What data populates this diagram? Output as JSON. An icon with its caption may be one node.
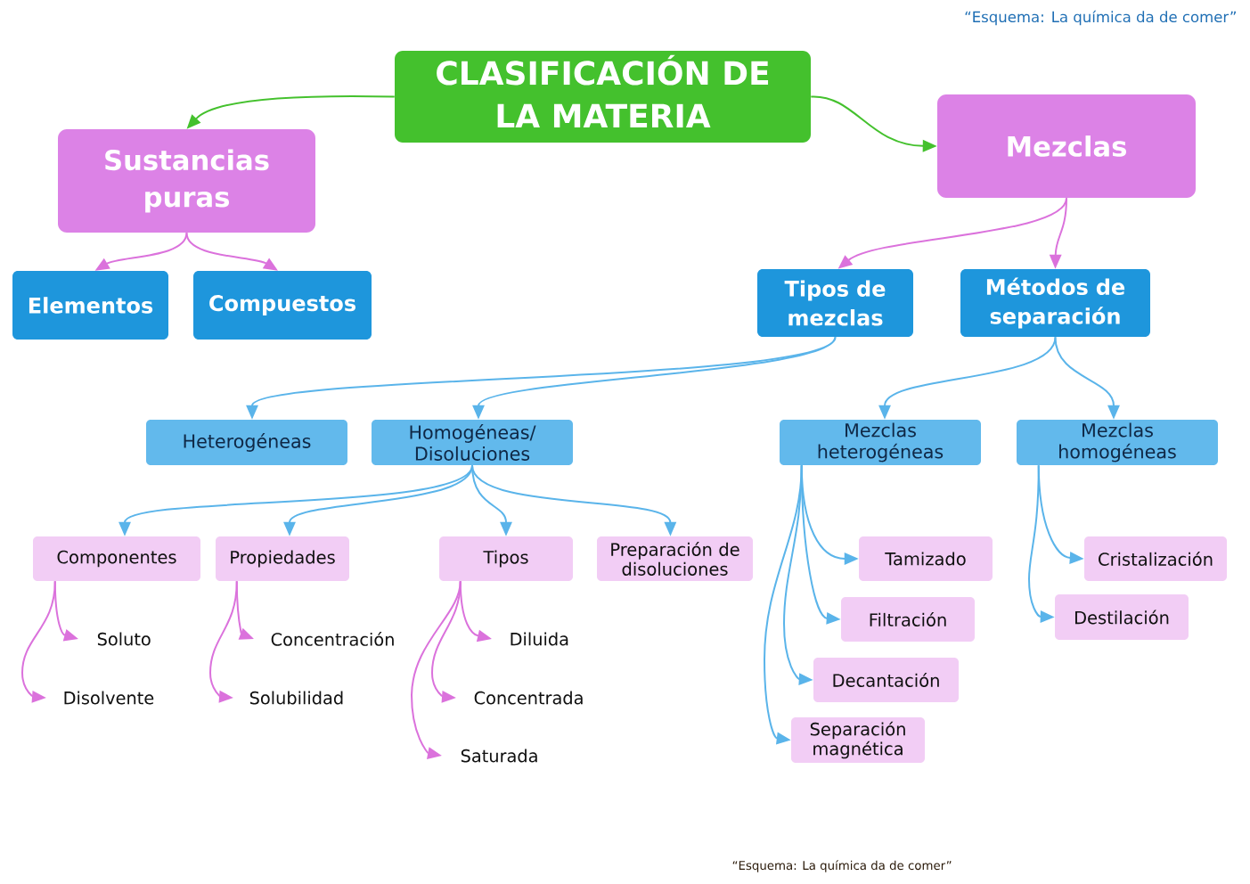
{
  "diagram": {
    "nodes": [
      {
        "text": [
          "CLASIFICACIÓN DE LA MATERIA"
        ]
      },
      {
        "text": [
          "Sustancias puras"
        ]
      },
      {
        "text": [
          "Mezclas"
        ]
      },
      {
        "text": [
          "Elementos"
        ]
      },
      {
        "text": [
          "Compuestos"
        ]
      },
      {
        "text": [
          "Tipos de mezclas"
        ]
      },
      {
        "text": [
          "Métodos de separación"
        ]
      },
      {
        "text": [
          "Heterogéneas"
        ]
      },
      {
        "text": [
          "Homogéneas/ Disoluciones"
        ]
      },
      {
        "text": [
          "Mezclas heterogéneas"
        ]
      },
      {
        "text": [
          "Mezclas homogéneas"
        ]
      },
      {
        "text": [
          "Componentes"
        ]
      },
      {
        "text": [
          "Propiedades"
        ]
      },
      {
        "text": [
          "Tipos"
        ]
      },
      {
        "text": [
          "Preparación de disoluciones"
        ]
      },
      {
        "text": [
          "Soluto"
        ]
      },
      {
        "text": [
          "Disolvente"
        ]
      },
      {
        "text": [
          "Concentración"
        ]
      },
      {
        "text": [
          "Solubilidad"
        ]
      },
      {
        "text": [
          "Diluida"
        ]
      },
      {
        "text": [
          "Concentrada"
        ]
      },
      {
        "text": [
          "Saturada"
        ]
      },
      {
        "text": [
          "Tamizado"
        ]
      },
      {
        "text": [
          "Filtración"
        ]
      },
      {
        "text": [
          "Decantación"
        ]
      },
      {
        "text": [
          "Separación magnética"
        ]
      },
      {
        "text": [
          "Cristalización"
        ]
      },
      {
        "text": [
          "Destilación"
        ]
      }
    ],
    "edges": [
      {
        "from": 0,
        "to": 1,
        "arrow": "to",
        "color": "#44c12d"
      },
      {
        "from": 0,
        "to": 2,
        "arrow": "to",
        "color": "#44c12d"
      },
      {
        "from": 1,
        "to": 3,
        "arrow": "to",
        "color": "#db72dc"
      },
      {
        "from": 1,
        "to": 4,
        "arrow": "to",
        "color": "#db72dc"
      },
      {
        "from": 2,
        "to": 5,
        "arrow": "to",
        "color": "#db72dc"
      },
      {
        "from": 2,
        "to": 6,
        "arrow": "to",
        "color": "#db72dc"
      },
      {
        "from": 5,
        "to": 7,
        "arrow": "to"
      },
      {
        "from": 5,
        "to": 8,
        "arrow": "to"
      },
      {
        "from": 6,
        "to": 9,
        "arrow": "to"
      },
      {
        "from": 6,
        "to": 10,
        "arrow": "to"
      },
      {
        "from": 8,
        "to": 11,
        "arrow": "to"
      },
      {
        "from": 8,
        "to": 12,
        "arrow": "to"
      },
      {
        "from": 8,
        "to": 13,
        "arrow": "to"
      },
      {
        "from": 8,
        "to": 14,
        "arrow": "to"
      },
      {
        "from": 11,
        "to": 15,
        "arrow": "to",
        "color": "#db72dc"
      },
      {
        "from": 11,
        "to": 16,
        "arrow": "to",
        "color": "#db72dc"
      },
      {
        "from": 12,
        "to": 17,
        "arrow": "to",
        "color": "#db72dc"
      },
      {
        "from": 12,
        "to": 18,
        "arrow": "to",
        "color": "#db72dc"
      },
      {
        "from": 13,
        "to": 19,
        "arrow": "to",
        "color": "#db72dc"
      },
      {
        "from": 13,
        "to": 20,
        "arrow": "to",
        "color": "#db72dc"
      },
      {
        "from": 13,
        "to": 21,
        "arrow": "to",
        "color": "#db72dc"
      },
      {
        "from": 9,
        "to": 22,
        "arrow": "to"
      },
      {
        "from": 9,
        "to": 23,
        "arrow": "to"
      },
      {
        "from": 9,
        "to": 24,
        "arrow": "to"
      },
      {
        "from": 9,
        "to": 25,
        "arrow": "to"
      },
      {
        "from": 10,
        "to": 26,
        "arrow": "to"
      },
      {
        "from": 10,
        "to": 27,
        "arrow": "to"
      }
    ],
    "labels": [
      "“Esquema: La química da de comer”",
      "“Esquema: La química da de comer”"
    ]
  }
}
